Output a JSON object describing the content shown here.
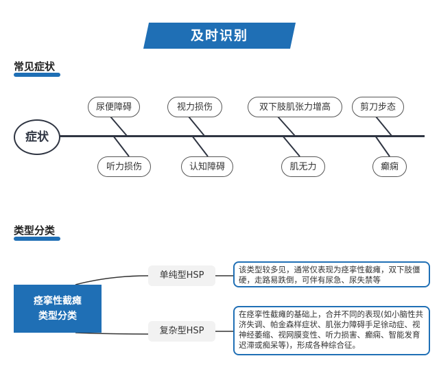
{
  "banner": {
    "title": "及时识别"
  },
  "symptoms": {
    "heading": "常见症状",
    "center": "症状",
    "top": [
      "尿便障碍",
      "视力损伤",
      "双下肢肌张力增高",
      "剪刀步态"
    ],
    "bottom": [
      "听力损伤",
      "认知障碍",
      "肌无力",
      "癫痫"
    ]
  },
  "types": {
    "heading": "类型分类",
    "main_line1": "痉挛性截瘫",
    "main_line2": "类型分类",
    "pure_label": "单纯型HSP",
    "pure_desc": "该类型较多见，通常仅表现为痉挛性截瘫，双下肢僵硬，走路易跌倒，可伴有尿急、尿失禁等",
    "complex_label": "复杂型HSP",
    "complex_desc": "在痉挛性截瘫的基础上，合并不同的表现(如小脑性共济失调、帕金森样症状、肌张力障碍手足徐动症、视神经萎缩、视网膜变性、听力损害、癫痫、智能发育迟滞或痴呆等)，形成各种综合征。"
  },
  "colors": {
    "accent": "#1f6fb5",
    "spine": "#2f3542"
  }
}
